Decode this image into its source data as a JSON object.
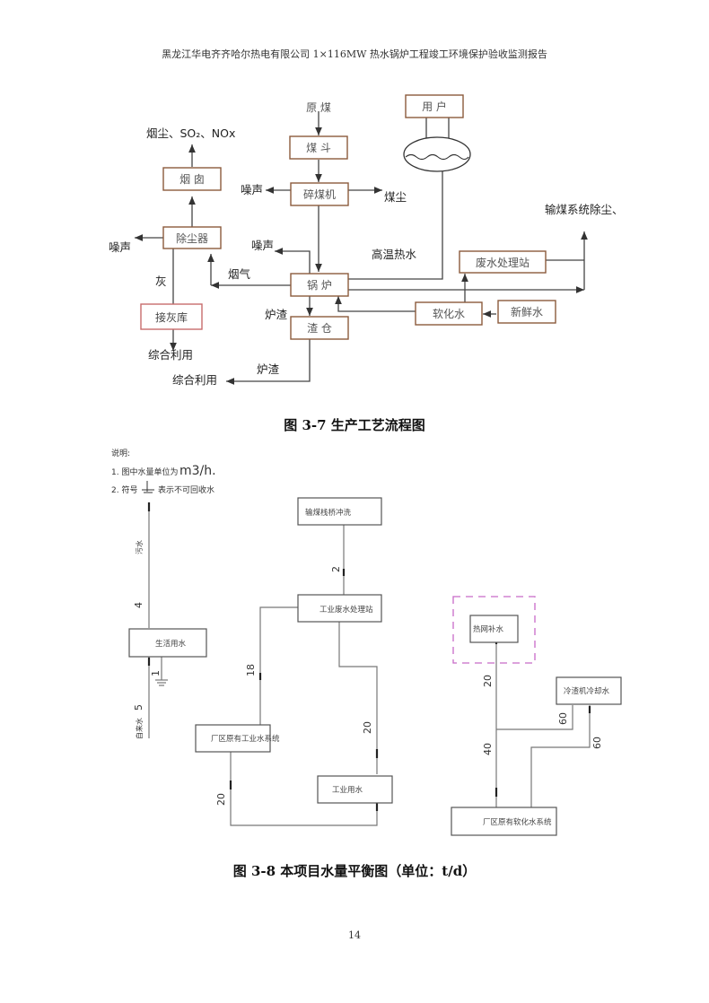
{
  "page": {
    "header": "黑龙江华电齐齐哈尔热电有限公司 1×116MW 热水锅炉工程竣工环境保护验收监测报告",
    "page_number": "14"
  },
  "figure_3_7": {
    "caption": "图 3-7  生产工艺流程图",
    "boxes": {
      "raw_coal": "原  煤",
      "coal_hopper": "煤  斗",
      "crusher": "碎煤机",
      "chimney": "烟  囱",
      "dust_collector": "除尘器",
      "ash_storage": "接灰库",
      "boiler": "锅  炉",
      "slag_bin": "渣  仓",
      "user": "用  户",
      "wastewater_station": "废水处理站",
      "softened_water": "软化水",
      "fresh_water": "新鲜水"
    },
    "labels": {
      "emissions": "烟尘、SO₂、NOx",
      "noise_crusher": "噪声",
      "coal_dust": "煤尘",
      "noise_dust": "噪声",
      "noise_boiler": "噪声",
      "flue_gas": "烟气",
      "ash": "灰",
      "reuse_ash": "综合利用",
      "slag_1": "炉渣",
      "slag_2": "炉渣",
      "reuse_slag": "综合利用",
      "hot_water": "高温热水",
      "coal_conveyor_dust": "输煤系统除尘、"
    }
  },
  "figure_3_8": {
    "caption": "图 3-8    本项目水量平衡图（单位：t/d）",
    "notes": {
      "title": "说明:",
      "line1_prefix": "1. 图中水量单位为",
      "line1_unit": "m3/h.",
      "line2_prefix": "2. 符号",
      "line2_suffix": "表示不可回收水"
    },
    "boxes": {
      "coal_conveyor_flush": "输煤栈桥冲洗",
      "industrial_wastewater_station": "工业废水处理站",
      "domestic_water": "生活用水",
      "existing_industrial_water": "厂区原有工业水系统",
      "industrial_water": "工业用水",
      "heat_network_makeup": "热网补水",
      "slag_cooler_water": "冷渣机冷却水",
      "existing_softened_water": "厂区原有软化水系统"
    },
    "flow_labels": {
      "sewage": "污水",
      "tap_water": "自来水",
      "domestic_out": "4",
      "domestic_loss": "1",
      "domestic_in": "5",
      "flush": "2",
      "industrial_to_station": "18",
      "station_to_use": "20",
      "system_to_use": "20",
      "makeup": "20",
      "cooler_out": "60",
      "cooler_in": "60",
      "softened_out": "40"
    }
  }
}
